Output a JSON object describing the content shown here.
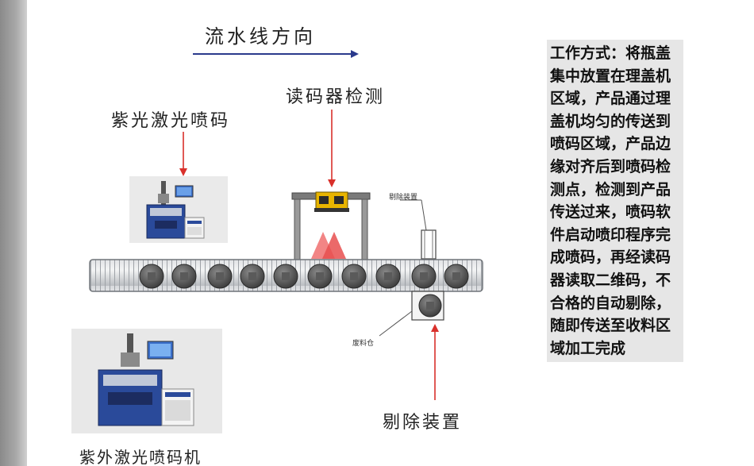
{
  "flow_direction": {
    "label": "流水线方向"
  },
  "labels": {
    "reader": "读码器检测",
    "uv_marking": "紫光激光喷码",
    "reject_device": "剔除装置",
    "uv_machine": "紫外激光喷码机",
    "reject_small": "剔除装置",
    "waste_bin": "废料仓"
  },
  "description": "工作方式：将瓶盖集中放置在理盖机区域，产品通过理盖机均匀的传送到喷码区域，产品边缘对齐后到喷码检测点，检测到产品传送过来，喷码软件启动喷印程序完成喷码，再经读码器读取二维码，不合格的自动剔除，随即传送至收料区域加工完成",
  "colors": {
    "arrow_red": "#d9302b",
    "flow_arrow": "#2a3a8c",
    "reader_yellow": "#e8b400",
    "laser_red": "#f07070",
    "machine_blue": "#2a4a9a"
  },
  "icons": {
    "flow_arrow": "right-arrow-icon",
    "callout": "down-arrow-icon"
  }
}
